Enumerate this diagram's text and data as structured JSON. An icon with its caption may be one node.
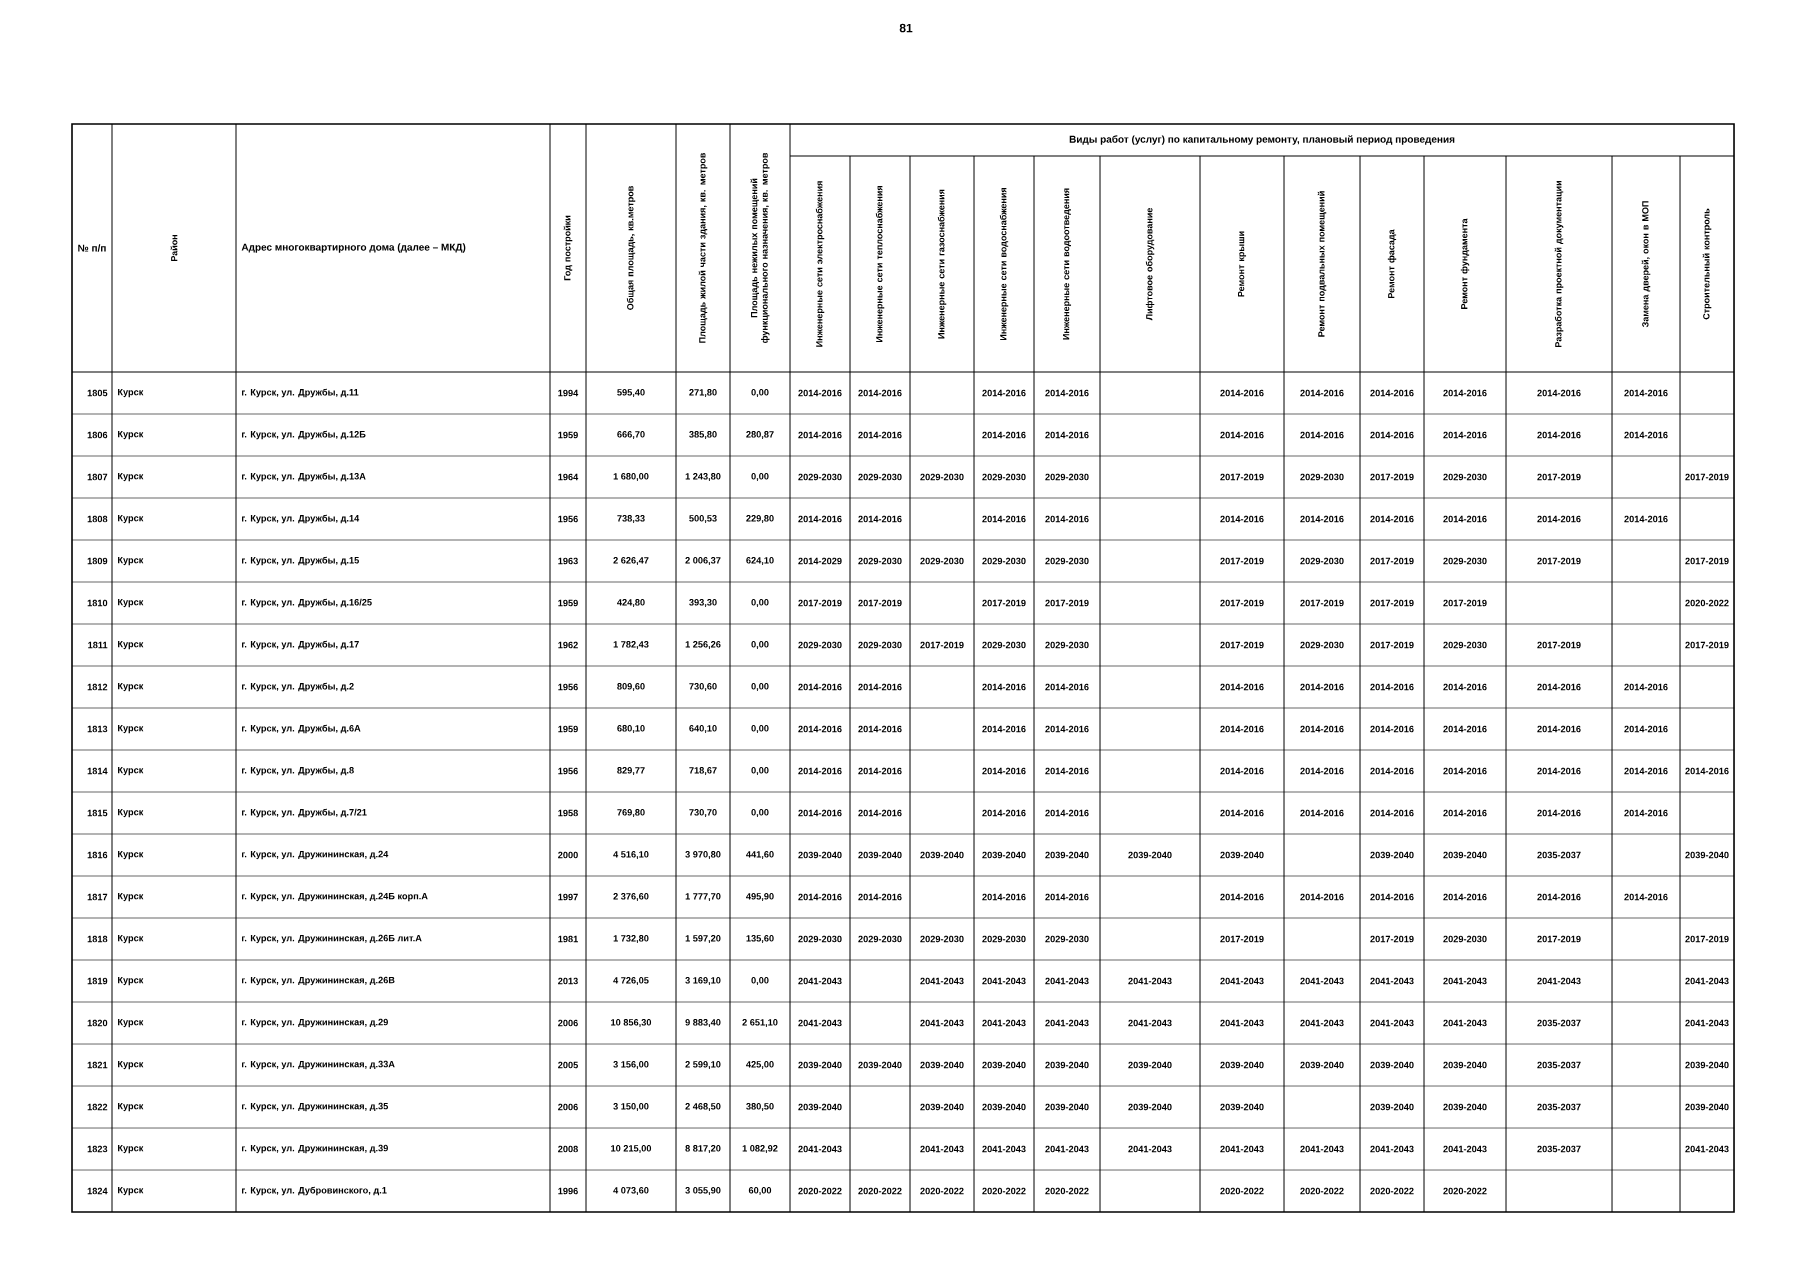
{
  "diagram": {
    "labels": [
      "81",
      "№ п/п",
      "Район",
      "Адрес многоквартирного дома (далее – МКД)",
      "Год постройки",
      "Общая площадь, кв.метров",
      "Площадь жилой части здания, кв. метров",
      "Площадь нежилых помещений функционального назначения, кв. метров",
      "Виды работ (услуг) по капитальному ремонту, плановый период проведения",
      "Инженерные сети электроснабжения",
      "Инженерные сети теплоснабжения",
      "Инженерные сети газоснабжения",
      "Инженерные сети водоснабжения",
      "Инженерные сети водоотведения",
      "Лифтовое оборудование",
      "Ремонт крыши",
      "Ремонт подвальных помещений",
      "Ремонт фасада",
      "Ремонт фундамента",
      "Разработка проектной документации",
      "Замена дверей, окон в МОП",
      "Строительный контроль",
      "1805",
      "Курск",
      "г. Курск, ул. Дружбы, д.11",
      "1994",
      "595,40",
      "271,80",
      "0,00",
      "2014-2016",
      "2014-2016",
      "2014-2016",
      "2014-2016",
      "2014-2016",
      "2014-2016",
      "2014-2016",
      "2014-2016",
      "2014-2016",
      "2014-2016",
      "1806",
      "Курск",
      "г. Курск, ул. Дружбы, д.12Б",
      "1959",
      "666,70",
      "385,80",
      "280,87",
      "2014-2016",
      "2014-2016",
      "2014-2016",
      "2014-2016",
      "2014-2016",
      "2014-2016",
      "2014-2016",
      "2014-2016",
      "2014-2016",
      "2014-2016",
      "1807",
      "Курск",
      "г. Курск, ул. Дружбы, д.13А",
      "1964",
      "1 680,00",
      "1 243,80",
      "0,00",
      "2029-2030",
      "2029-2030",
      "2029-2030",
      "2029-2030",
      "2029-2030",
      "2017-2019",
      "2029-2030",
      "2017-2019",
      "2029-2030",
      "2017-2019",
      "2017-2019",
      "1808",
      "Курск",
      "г. Курск, ул. Дружбы, д.14",
      "1956",
      "738,33",
      "500,53",
      "229,80",
      "2014-2016",
      "2014-2016",
      "2014-2016",
      "2014-2016",
      "2014-2016",
      "2014-2016",
      "2014-2016",
      "2014-2016",
      "2014-2016",
      "2014-2016",
      "1809",
      "Курск",
      "г. Курск, ул. Дружбы, д.15",
      "1963",
      "2 626,47",
      "2 006,37",
      "624,10",
      "2014-2029",
      "2029-2030",
      "2029-2030",
      "2029-2030",
      "2029-2030",
      "2017-2019",
      "2029-2030",
      "2017-2019",
      "2029-2030",
      "2017-2019",
      "2017-2019",
      "1810",
      "Курск",
      "г. Курск, ул. Дружбы, д.16/25",
      "1959",
      "424,80",
      "393,30",
      "0,00",
      "2017-2019",
      "2017-2019",
      "2017-2019",
      "2017-2019",
      "2017-2019",
      "2017-2019",
      "2017-2019",
      "2017-2019",
      "2020-2022",
      "1811",
      "Курск",
      "г. Курск, ул. Дружбы, д.17",
      "1962",
      "1 782,43",
      "1 256,26",
      "0,00",
      "2029-2030",
      "2029-2030",
      "2017-2019",
      "2029-2030",
      "2029-2030",
      "2017-2019",
      "2029-2030",
      "2017-2019",
      "2029-2030",
      "2017-2019",
      "2017-2019",
      "1812",
      "Курск",
      "г. Курск, ул. Дружбы, д.2",
      "1956",
      "809,60",
      "730,60",
      "0,00",
      "2014-2016",
      "2014-2016",
      "2014-2016",
      "2014-2016",
      "2014-2016",
      "2014-2016",
      "2014-2016",
      "2014-2016",
      "2014-2016",
      "2014-2016",
      "1813",
      "Курск",
      "г. Курск, ул. Дружбы, д.6А",
      "1959",
      "680,10",
      "640,10",
      "0,00",
      "2014-2016",
      "2014-2016",
      "2014-2016",
      "2014-2016",
      "2014-2016",
      "2014-2016",
      "2014-2016",
      "2014-2016",
      "2014-2016",
      "2014-2016",
      "1814",
      "Курск",
      "г. Курск, ул. Дружбы, д.8",
      "1956",
      "829,77",
      "718,67",
      "0,00",
      "2014-2016",
      "2014-2016",
      "2014-2016",
      "2014-2016",
      "2014-2016",
      "2014-2016",
      "2014-2016",
      "2014-2016",
      "2014-2016",
      "2014-2016",
      "2014-2016",
      "1815",
      "Курск",
      "г. Курск, ул. Дружбы, д.7/21",
      "1958",
      "769,80",
      "730,70",
      "0,00",
      "2014-2016",
      "2014-2016",
      "2014-2016",
      "2014-2016",
      "2014-2016",
      "2014-2016",
      "2014-2016",
      "2014-2016",
      "2014-2016",
      "2014-2016",
      "1816",
      "Курск",
      "г. Курск, ул. Дружининская, д.24",
      "2000",
      "4 516,10",
      "3 970,80",
      "441,60",
      "2039-2040",
      "2039-2040",
      "2039-2040",
      "2039-2040",
      "2039-2040",
      "2039-2040",
      "2039-2040",
      "2039-2040",
      "2039-2040",
      "2035-2037",
      "2039-2040",
      "1817",
      "Курск",
      "г. Курск, ул. Дружининская, д.24Б корп.А",
      "1997",
      "2 376,60",
      "1 777,70",
      "495,90",
      "2014-2016",
      "2014-2016",
      "2014-2016",
      "2014-2016",
      "2014-2016",
      "2014-2016",
      "2014-2016",
      "2014-2016",
      "2014-2016",
      "2014-2016",
      "1818",
      "Курск",
      "г. Курск, ул. Дружининская, д.26Б лит.А",
      "1981",
      "1 732,80",
      "1 597,20",
      "135,60",
      "2029-2030",
      "2029-2030",
      "2029-2030",
      "2029-2030",
      "2029-2030",
      "2017-2019",
      "2017-2019",
      "2029-2030",
      "2017-2019",
      "2017-2019",
      "1819",
      "Курск",
      "г. Курск, ул. Дружининская, д.26В",
      "2013",
      "4 726,05",
      "3 169,10",
      "0,00",
      "2041-2043",
      "2041-2043",
      "2041-2043",
      "2041-2043",
      "2041-2043",
      "2041-2043",
      "2041-2043",
      "2041-2043",
      "2041-2043",
      "2041-2043",
      "2041-2043",
      "1820",
      "Курск",
      "г. Курск, ул. Дружининская, д.29",
      "2006",
      "10 856,30",
      "9 883,40",
      "2 651,10",
      "2041-2043",
      "2041-2043",
      "2041-2043",
      "2041-2043",
      "2041-2043",
      "2041-2043",
      "2041-2043",
      "2041-2043",
      "2041-2043",
      "2035-2037",
      "2041-2043",
      "1821",
      "Курск",
      "г. Курск, ул. Дружининская, д.33А",
      "2005",
      "3 156,00",
      "2 599,10",
      "425,00",
      "2039-2040",
      "2039-2040",
      "2039-2040",
      "2039-2040",
      "2039-2040",
      "2039-2040",
      "2039-2040",
      "2039-2040",
      "2039-2040",
      "2039-2040",
      "2035-2037",
      "2039-2040",
      "1822",
      "Курск",
      "г. Курск, ул. Дружининская, д.35",
      "2006",
      "3 150,00",
      "2 468,50",
      "380,50",
      "2039-2040",
      "2039-2040",
      "2039-2040",
      "2039-2040",
      "2039-2040",
      "2039-2040",
      "2039-2040",
      "2039-2040",
      "2035-2037",
      "2039-2040",
      "1823",
      "Курск",
      "г. Курск, ул. Дружининская, д.39",
      "2008",
      "10 215,00",
      "8 817,20",
      "1 082,92",
      "2041-2043",
      "2041-2043",
      "2041-2043",
      "2041-2043",
      "2041-2043",
      "2041-2043",
      "2041-2043",
      "2041-2043",
      "2041-2043",
      "2035-2037",
      "2041-2043",
      "1824",
      "Курск",
      "г. Курск, ул. Дубровинского, д.1",
      "1996",
      "4 073,60",
      "3 055,90",
      "60,00",
      "2020-2022",
      "2020-2022",
      "2020-2022",
      "2020-2022",
      "2020-2022",
      "2020-2022",
      "2020-2022",
      "2020-2022",
      "2020-2022"
    ]
  }
}
